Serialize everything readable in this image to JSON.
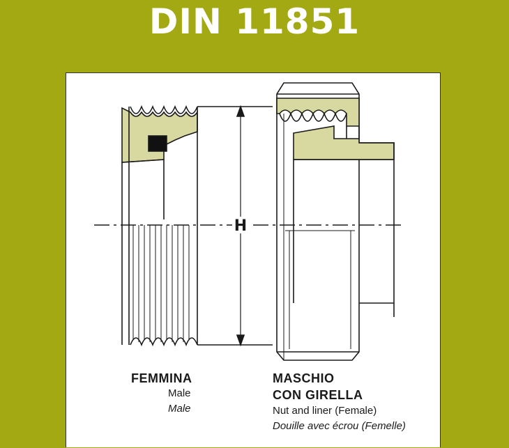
{
  "title": "DIN 11851",
  "colors": {
    "background": "#a3a912",
    "seal": "#d8d9a0",
    "line": "#1a1a1a"
  },
  "dimension": {
    "label": "H"
  },
  "left_part": {
    "name": "FEMMINA",
    "en": "Male",
    "fr": "Male"
  },
  "right_part": {
    "name_line1": "MASCHIO",
    "name_line2": "CON GIRELLA",
    "en": "Nut and liner (Female)",
    "fr": "Douille avec écrou (Femelle)"
  }
}
